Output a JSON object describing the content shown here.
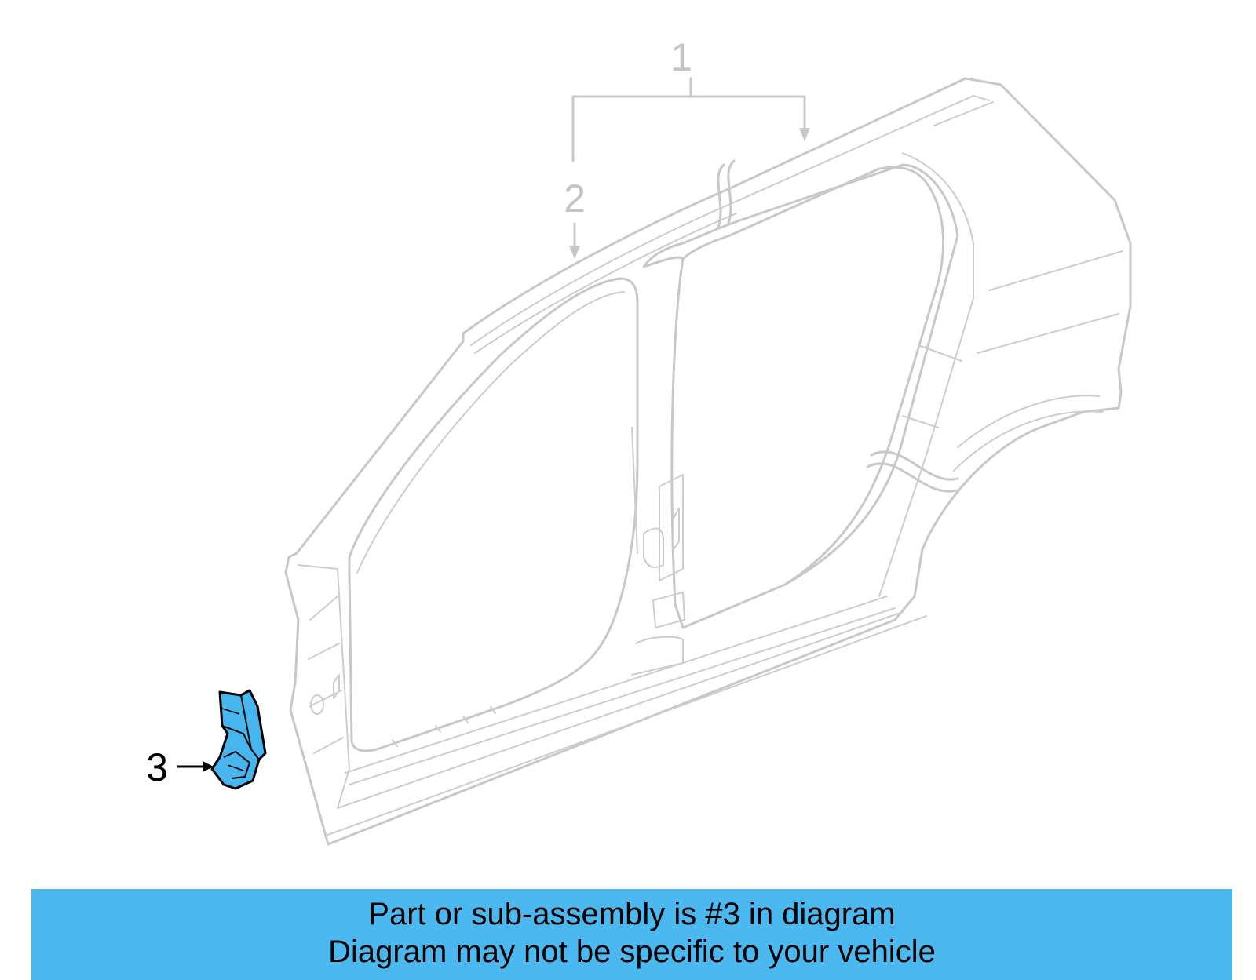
{
  "callouts": {
    "one": "1",
    "two": "2",
    "three": "3"
  },
  "banner": {
    "line1": "Part or sub-assembly is #3 in diagram",
    "line2": "Diagram may not be specific to your vehicle"
  },
  "colors": {
    "highlight_part": "#47b5ee",
    "banner_bg": "#4cb8f0",
    "outline_gray": "#c8c8c8"
  }
}
